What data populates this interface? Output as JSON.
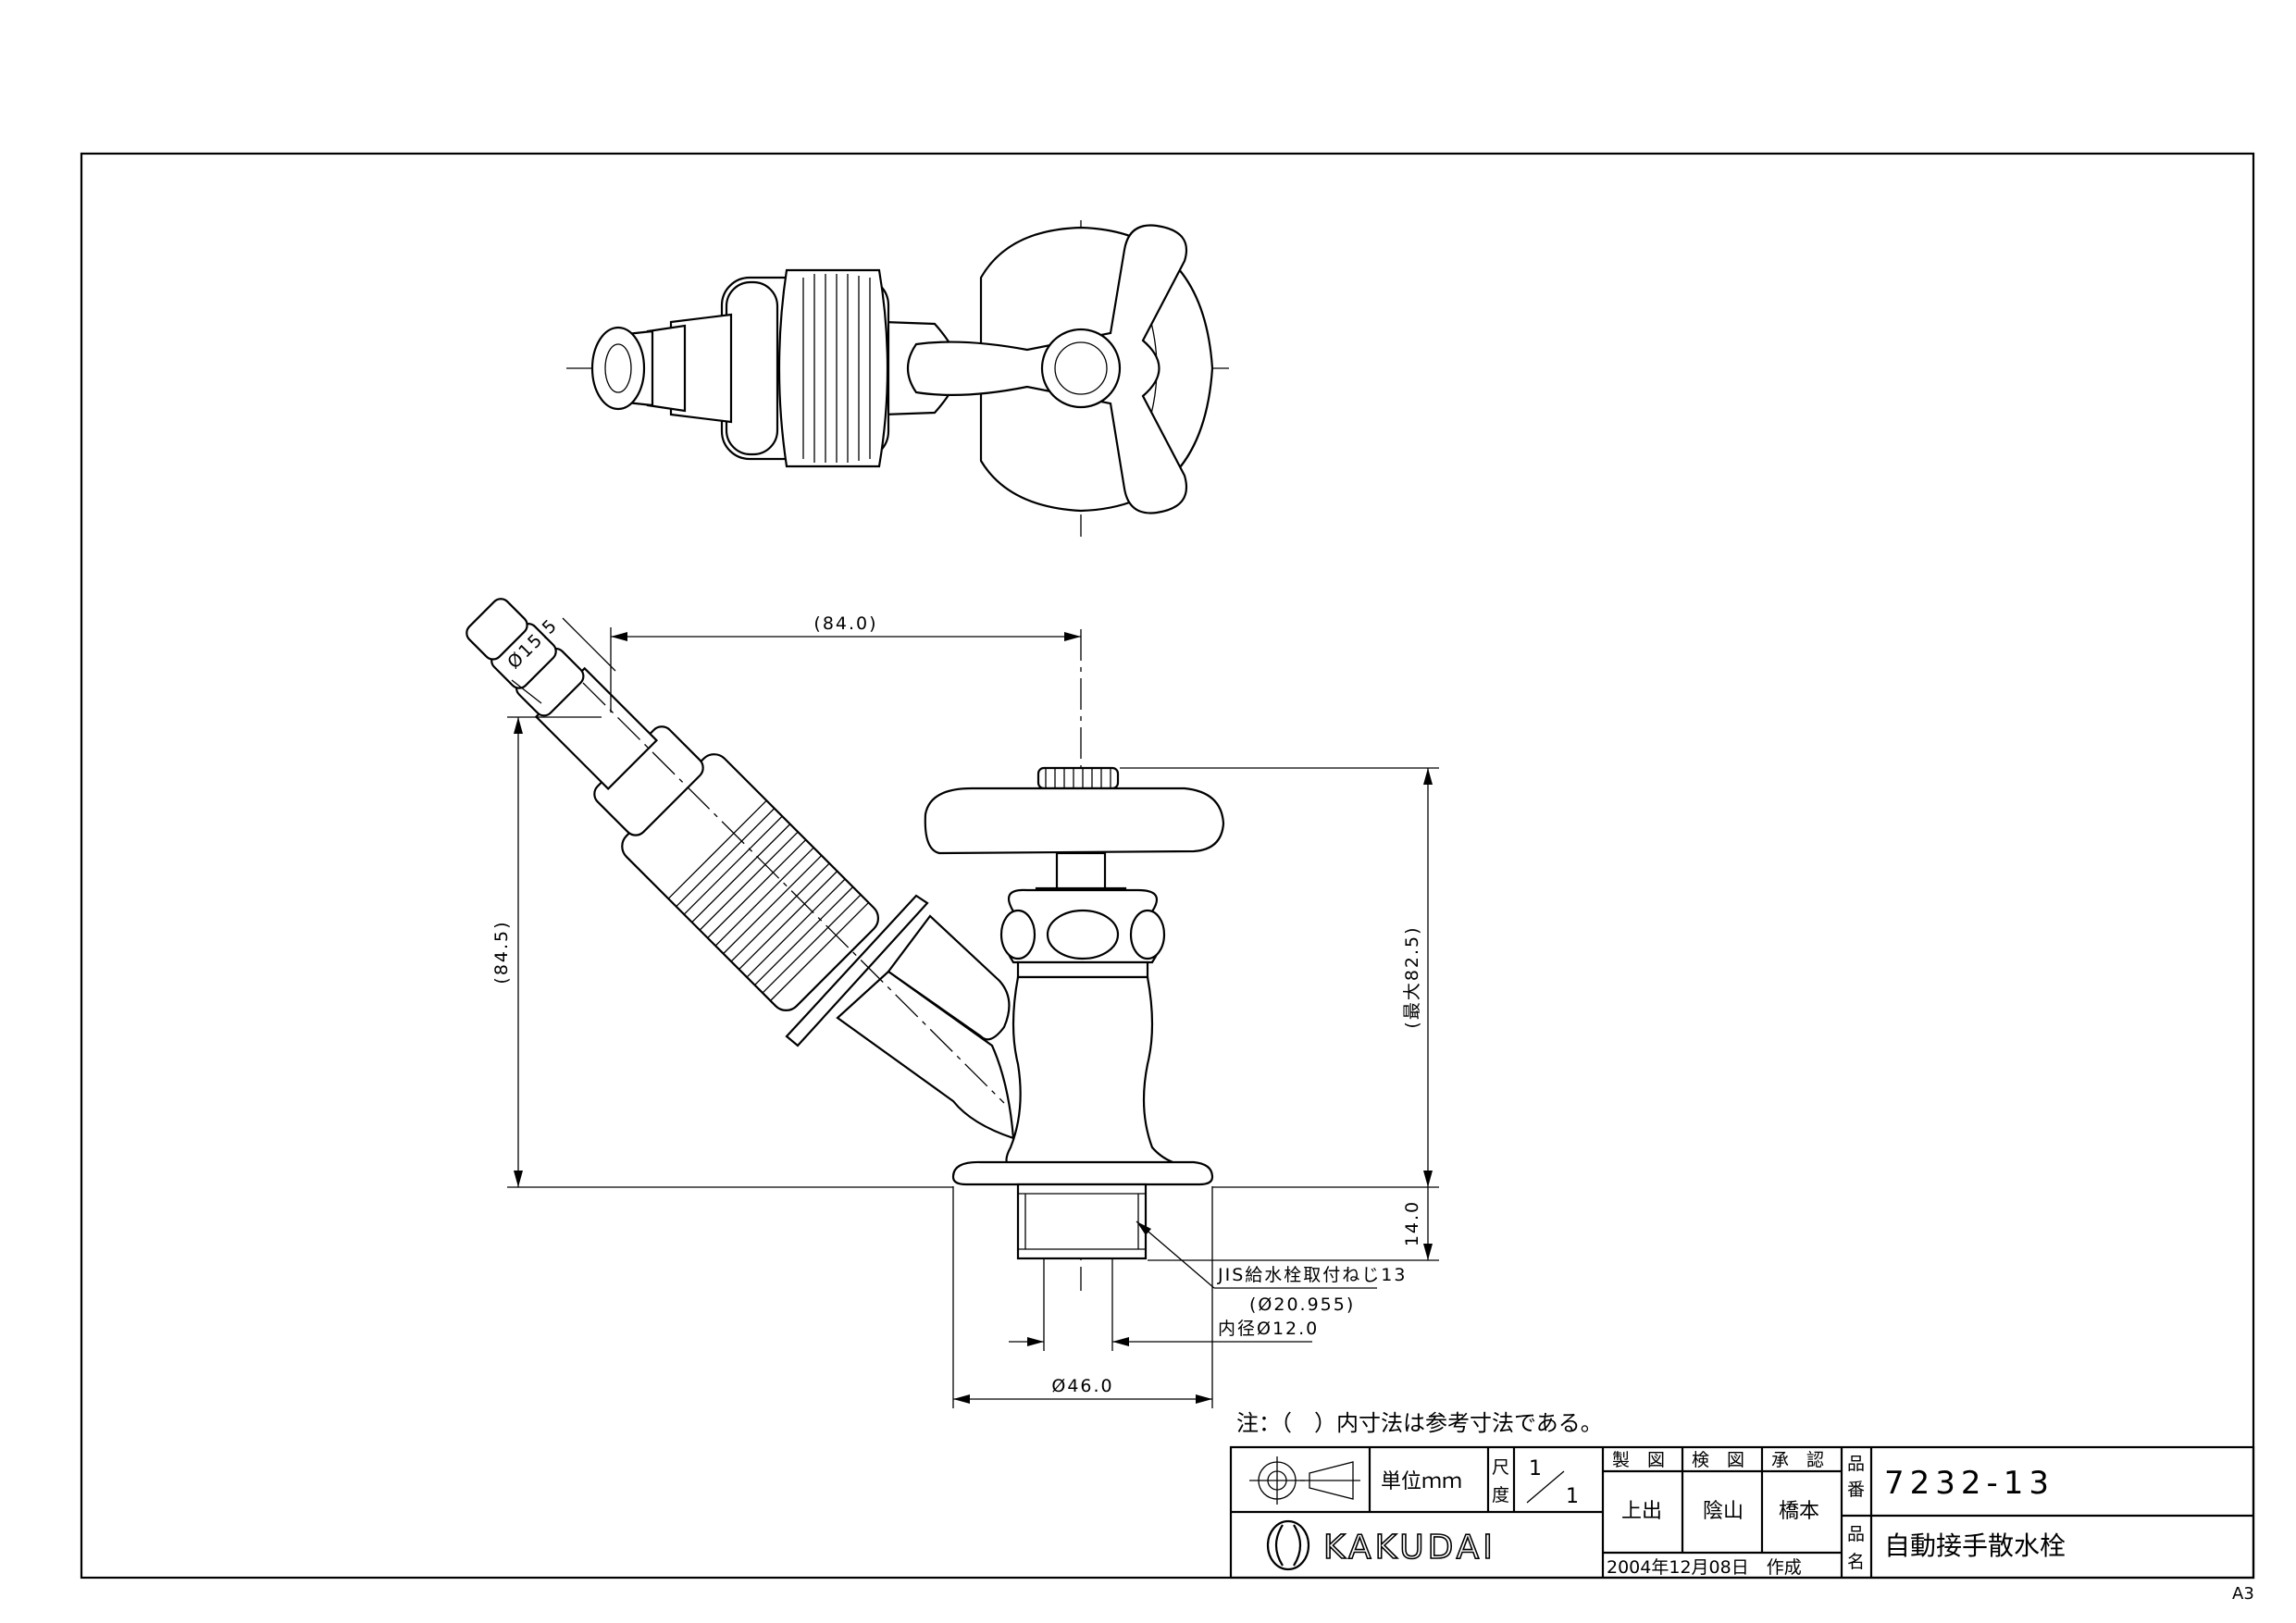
{
  "dimensions": {
    "hose_angle_dia": "Ø15.5",
    "horizontal_reach": "(84.0)",
    "left_height": "(84.5)",
    "right_height": "(最大82.5)",
    "thread_length": "14.0",
    "thread_spec": "JIS給水栓取付ねじ13",
    "thread_dia": "(Ø20.955)",
    "inner_dia": "内径Ø12.0",
    "flange_dia": "Ø46.0"
  },
  "note": "注：（　）内寸法は参考寸法である。",
  "title_block": {
    "unit": "単位ｍｍ",
    "scale_label": "尺度",
    "scale_num": "1",
    "scale_den": "1",
    "drawn_label": "製　図",
    "checked_label": "検　図",
    "approved_label": "承　認",
    "drawn_by": "上出",
    "checked_by": "陰山",
    "approved_by": "橋本",
    "date": "2004年12月08日　作成",
    "part_no_label": "品番",
    "part_no": "7232-13",
    "name_label": "品名",
    "part_name": "自動接手散水栓",
    "brand": "KAKUDAI"
  },
  "sheet_size": "A3"
}
